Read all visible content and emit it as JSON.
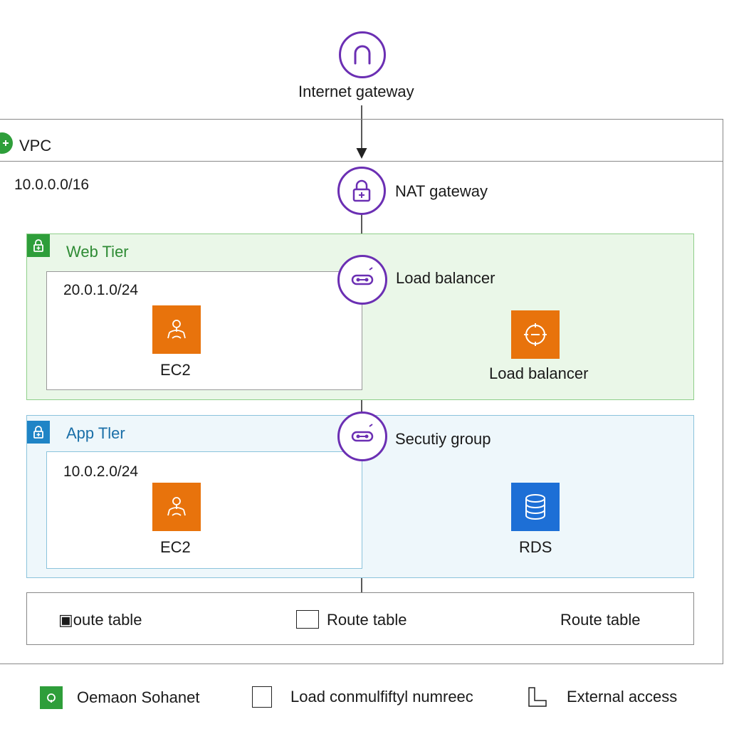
{
  "nodes": {
    "internet_gateway": "Internet gateway",
    "vpc": "VPC",
    "vpc_cidr": "10.0.0.0/16",
    "nat_gateway": "NAT gateway",
    "web_tier": "Web Tier",
    "web_subnet_cidr": "20.0.1.0/24",
    "load_balancer_top": "Load balancer",
    "ec2_web": "EC2",
    "load_balancer_right": "Load balancer",
    "app_tier": "App Tler",
    "security_group": "Secutiy group",
    "app_subnet_cidr": "10.0.2.0/24",
    "ec2_app": "EC2",
    "rds": "RDS"
  },
  "route_tables": [
    "▣oute table",
    "Route table",
    "Route table"
  ],
  "legend": [
    {
      "label": "Oemaon Sohanet"
    },
    {
      "label": "Load conmulfiftyl numreec"
    },
    {
      "label": "External access"
    }
  ],
  "colors": {
    "purple": "#6b2fb3",
    "green": "#2e9e3a",
    "web_tier_bg": "#eaf7e8",
    "app_tier_bg": "#eef7fb",
    "app_tier_border": "#8bc3dc",
    "blue_accent": "#1a6fa8",
    "orange": "#e8730c",
    "rds_blue": "#1d6fd6"
  }
}
